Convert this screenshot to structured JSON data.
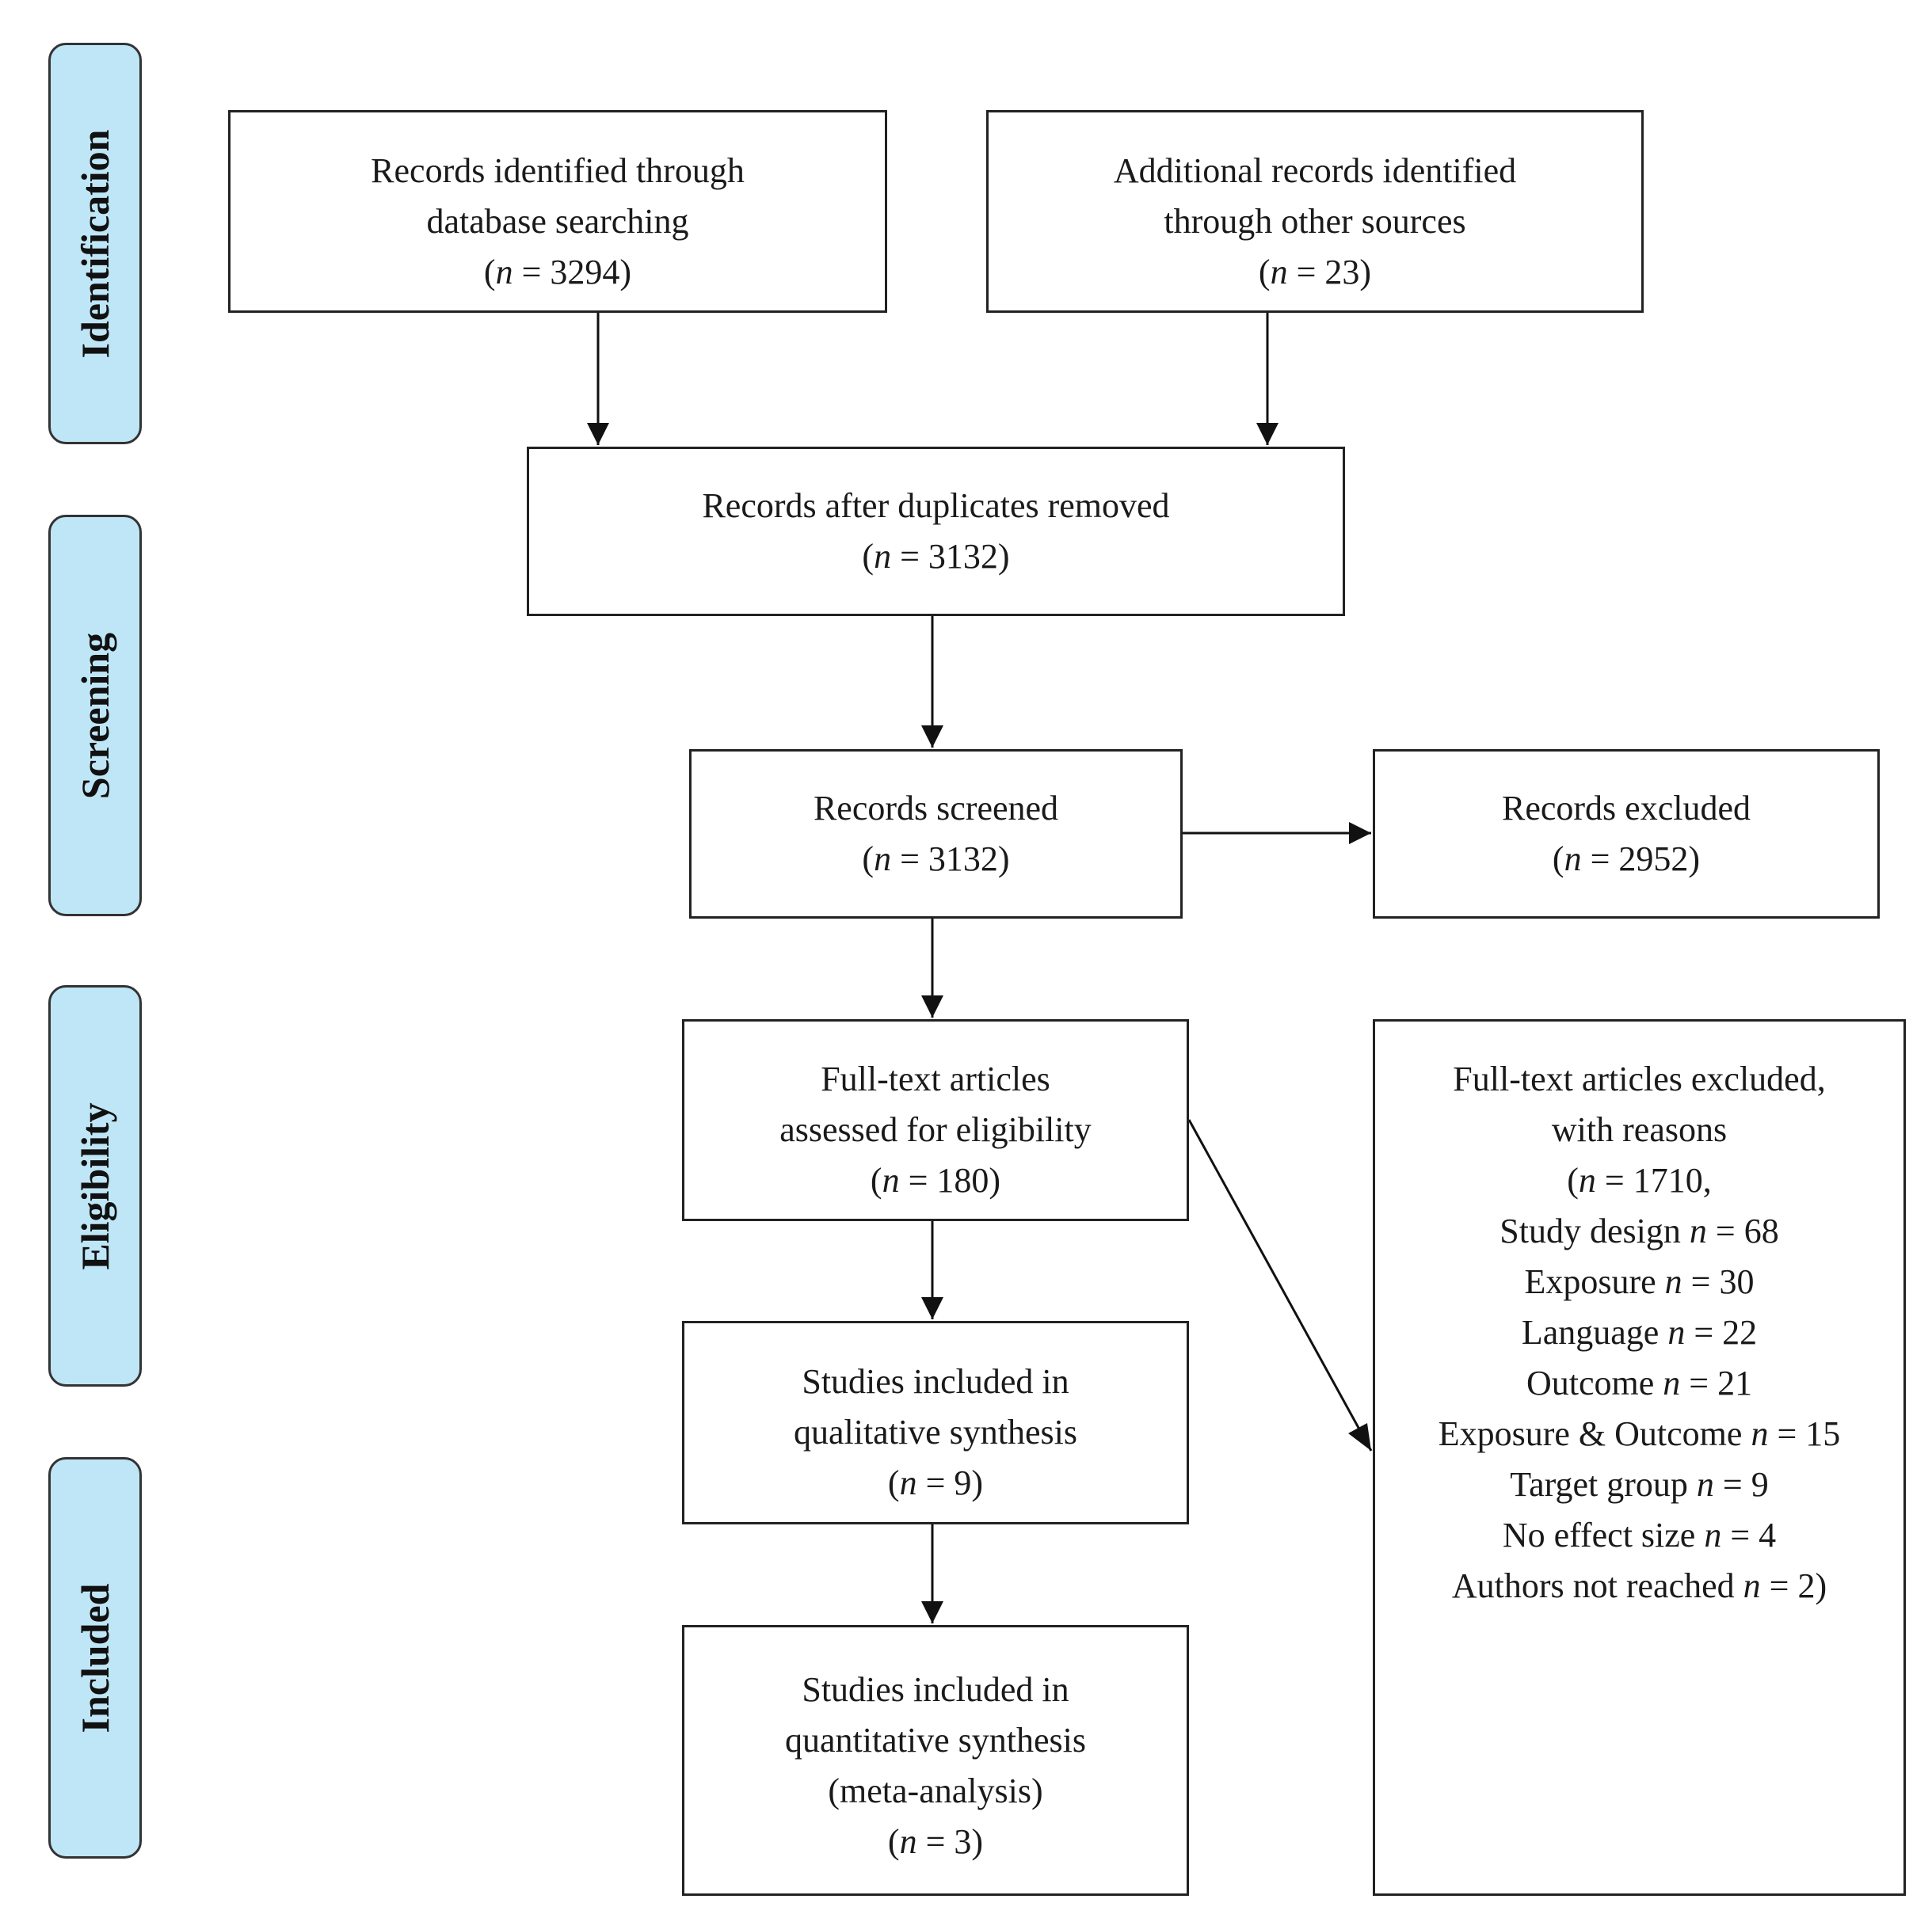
{
  "stages": {
    "identification": "Identification",
    "screening": "Screening",
    "eligibility": "Eligibility",
    "included": "Included"
  },
  "boxes": {
    "db": {
      "lines": [
        "Records identified through",
        "database searching"
      ],
      "n": "3294"
    },
    "other": {
      "lines": [
        "Additional records identified",
        "through other sources"
      ],
      "n": "23"
    },
    "dedup": {
      "lines": [
        "Records after duplicates removed"
      ],
      "n": "3132"
    },
    "screened": {
      "lines": [
        "Records screened"
      ],
      "n": "3132"
    },
    "excluded": {
      "lines": [
        "Records excluded"
      ],
      "n": "2952"
    },
    "fulltext": {
      "lines": [
        "Full-text articles",
        "assessed for eligibility"
      ],
      "n": "180"
    },
    "excluded_ft": {
      "lines": [
        "Full-text articles excluded,",
        "with reasons"
      ],
      "n": "1710",
      "reasons": [
        {
          "label": "Study design",
          "n": "68"
        },
        {
          "label": "Exposure",
          "n": "30"
        },
        {
          "label": "Language",
          "n": "22"
        },
        {
          "label": "Outcome",
          "n": "21"
        },
        {
          "label": "Exposure & Outcome",
          "n": "15"
        },
        {
          "label": "Target group",
          "n": "9"
        },
        {
          "label": "No effect size",
          "n": "4"
        },
        {
          "label": "Authors not reached",
          "n": "2"
        }
      ]
    },
    "qual": {
      "lines": [
        "Studies included in",
        "qualitative synthesis"
      ],
      "n": "9"
    },
    "quant": {
      "lines": [
        "Studies included in",
        "quantitative synthesis",
        "(meta-analysis)"
      ],
      "n": "3"
    }
  }
}
